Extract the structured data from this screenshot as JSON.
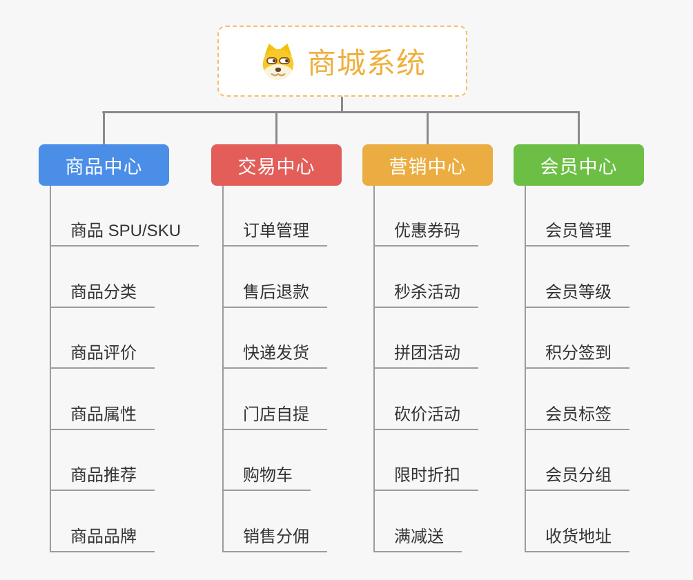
{
  "root": {
    "title": "商城系统",
    "title_color": "#f0af3e",
    "border_color": "#f2c06a",
    "icon": "doge-face-icon"
  },
  "colors": {
    "background": "#f7f7f7",
    "connector": "#8a8a8a",
    "sub_connector": "#9b9b9b",
    "item_text": "#333333"
  },
  "branches": [
    {
      "label": "商品中心",
      "color": "#4a8ee8",
      "children": [
        "商品 SPU/SKU",
        "商品分类",
        "商品评价",
        "商品属性",
        "商品推荐",
        "商品品牌"
      ]
    },
    {
      "label": "交易中心",
      "color": "#e35d59",
      "children": [
        "订单管理",
        "售后退款",
        "快递发货",
        "门店自提",
        "购物车",
        "销售分佣"
      ]
    },
    {
      "label": "营销中心",
      "color": "#ebad41",
      "children": [
        "优惠券码",
        "秒杀活动",
        "拼团活动",
        "砍价活动",
        "限时折扣",
        "满减送"
      ]
    },
    {
      "label": "会员中心",
      "color": "#6cbf44",
      "children": [
        "会员管理",
        "会员等级",
        "积分签到",
        "会员标签",
        "会员分组",
        "收货地址"
      ]
    }
  ]
}
